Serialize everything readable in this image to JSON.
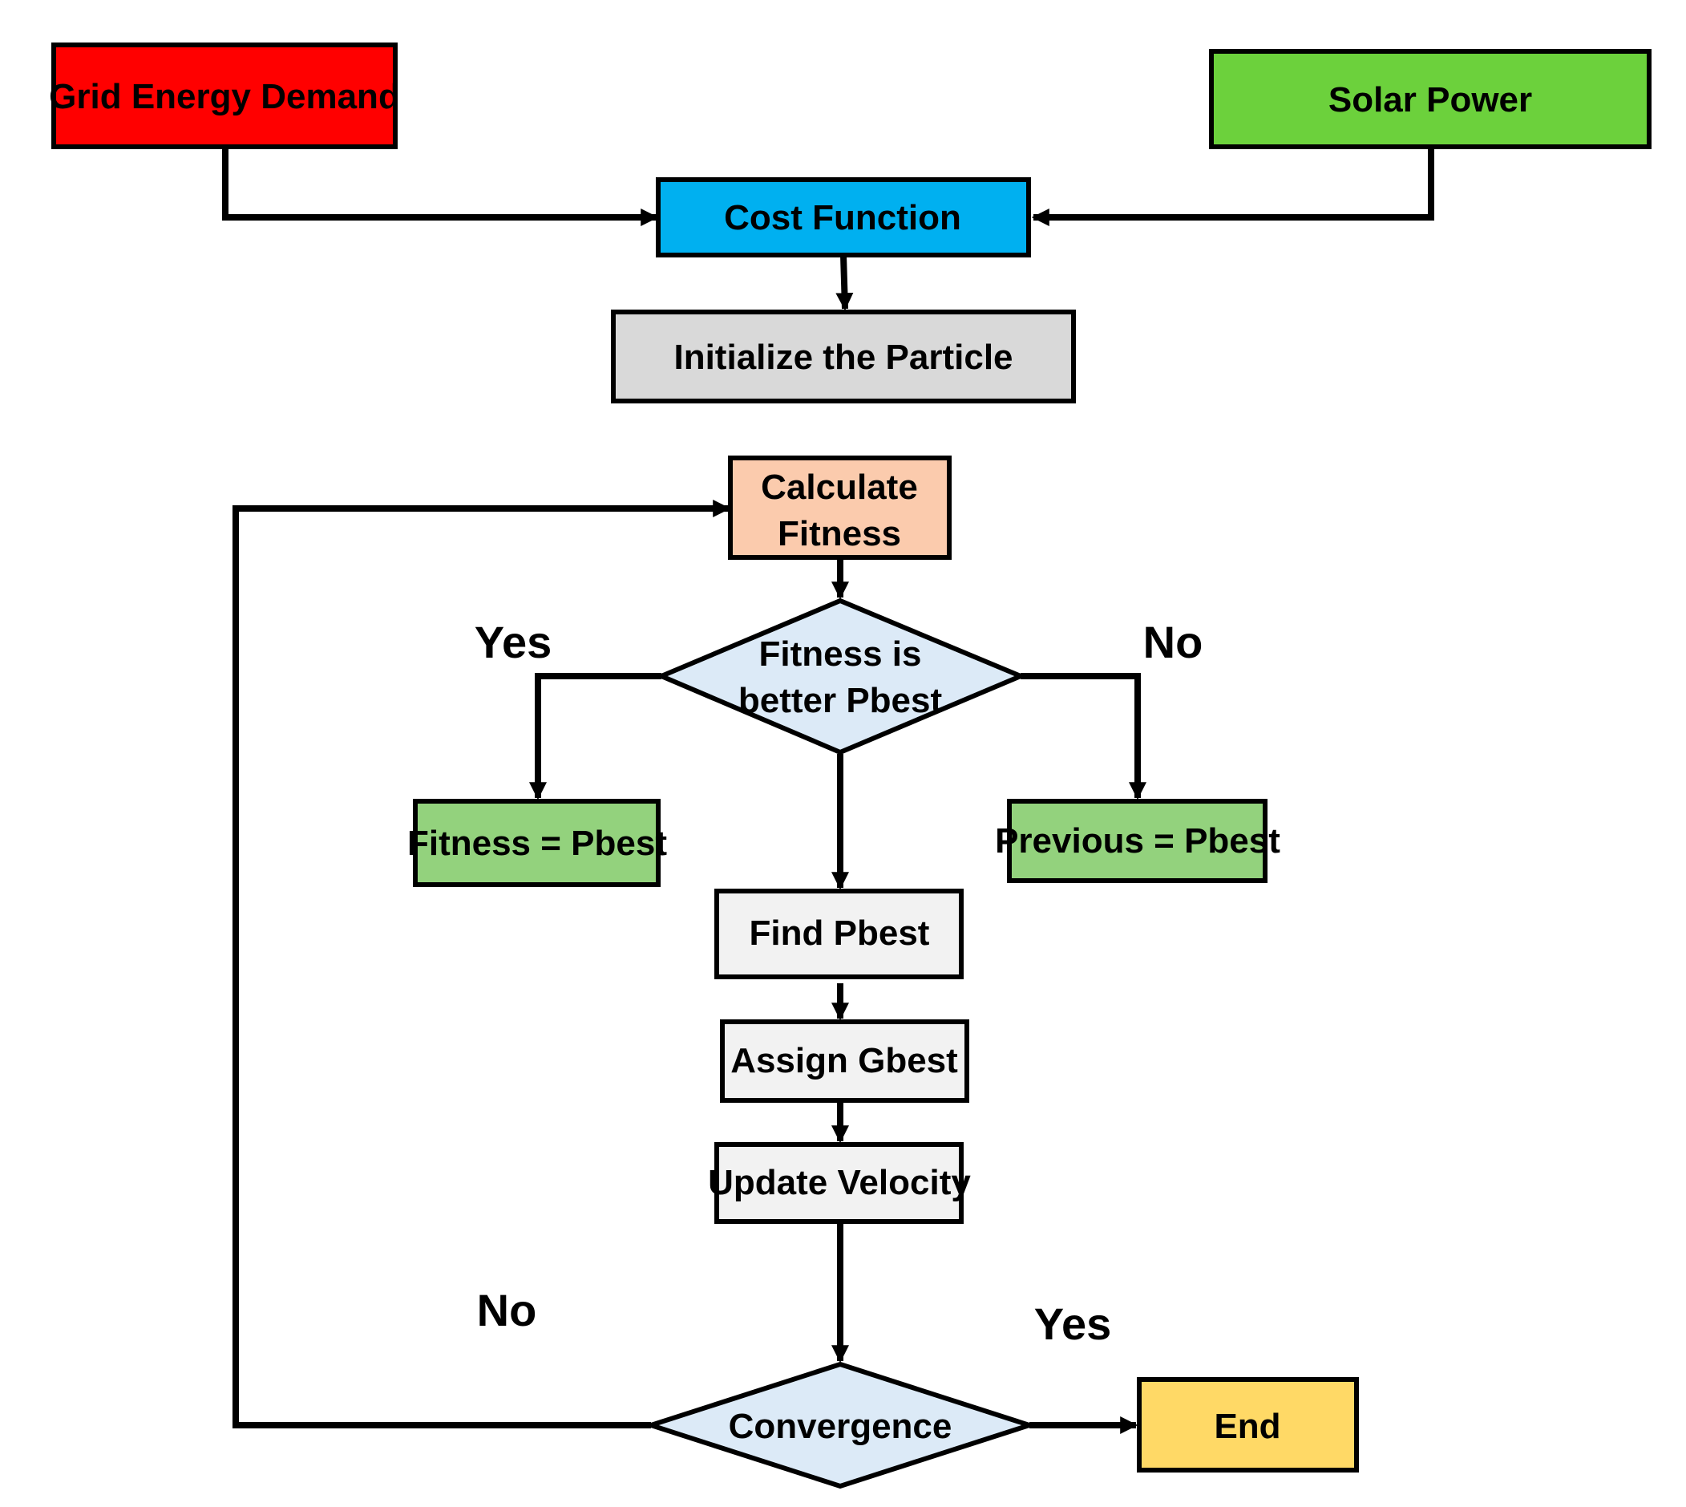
{
  "nodes": {
    "grid_energy_demand": {
      "label": "Grid Energy Demand",
      "color": "#ff0000"
    },
    "solar_power": {
      "label": "Solar Power",
      "color": "#6cd13c"
    },
    "cost_function": {
      "label": "Cost Function",
      "color": "#00b0f0"
    },
    "initialize_particle": {
      "label": "Initialize the Particle",
      "color": "#d9d9d9"
    },
    "calculate_fitness": {
      "line1": "Calculate",
      "line2": "Fitness",
      "color": "#fbcbad"
    },
    "fitness_decision": {
      "line1": "Fitness is",
      "line2": "better Pbest",
      "color": "#dceaf7"
    },
    "fitness_eq_pbest": {
      "label": "Fitness = Pbest",
      "color": "#93d27d"
    },
    "previous_eq_pbest": {
      "label": "Previous = Pbest",
      "color": "#93d27d"
    },
    "find_pbest": {
      "label": "Find Pbest",
      "color": "#f2f2f2"
    },
    "assign_gbest": {
      "label": "Assign Gbest",
      "color": "#f2f2f2"
    },
    "update_velocity": {
      "label": "Update Velocity",
      "color": "#f2f2f2"
    },
    "convergence": {
      "label": "Convergence",
      "color": "#dceaf7"
    },
    "end": {
      "label": "End",
      "color": "#ffd966"
    }
  },
  "edge_labels": {
    "fitness_yes": "Yes",
    "fitness_no": "No",
    "convergence_no": "No",
    "convergence_yes": "Yes"
  }
}
